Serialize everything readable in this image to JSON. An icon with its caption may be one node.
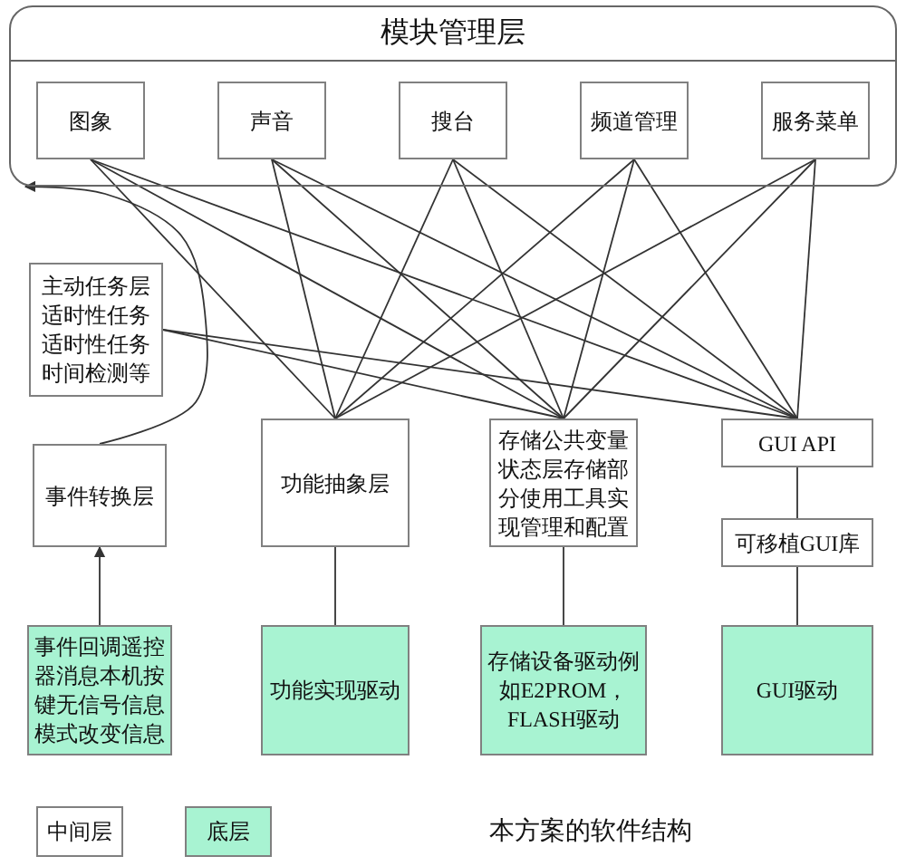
{
  "diagram": {
    "caption": "本方案的软件结构",
    "nodes": [
      {
        "text": [
          "模块管理层"
        ]
      },
      {
        "text": [
          "图象"
        ],
        "in": 0
      },
      {
        "text": [
          "声音"
        ],
        "in": 0
      },
      {
        "text": [
          "搜台"
        ],
        "in": 0
      },
      {
        "text": [
          "频道管理"
        ],
        "in": 0
      },
      {
        "text": [
          "服务菜单"
        ],
        "in": 0
      },
      {
        "text": [
          "主动任务层适时性任务适时性任务时间检测等"
        ]
      },
      {
        "text": [
          "事件转换层"
        ]
      },
      {
        "text": [
          "功能抽象层"
        ]
      },
      {
        "text": [
          "存储公共变量状态层存储部分使用工具实现管理和配置"
        ]
      },
      {
        "text": [
          "GUI API"
        ]
      },
      {
        "text": [
          "可移植GUI库"
        ]
      },
      {
        "text": [
          "事件回调遥控器消息本机按键无信号信息模式改变信息"
        ]
      },
      {
        "text": [
          "功能实现驱动"
        ]
      },
      {
        "text": [
          "存储设备驱动例如E2PROM，FLASH驱动"
        ]
      },
      {
        "text": [
          "GUI驱动"
        ]
      }
    ],
    "edges": [
      {
        "from": 1,
        "to": 8,
        "arrow": "none"
      },
      {
        "from": 1,
        "to": 9,
        "arrow": "none"
      },
      {
        "from": 1,
        "to": 10,
        "arrow": "none"
      },
      {
        "from": 2,
        "to": 8,
        "arrow": "none"
      },
      {
        "from": 2,
        "to": 9,
        "arrow": "none"
      },
      {
        "from": 2,
        "to": 10,
        "arrow": "none"
      },
      {
        "from": 3,
        "to": 8,
        "arrow": "none"
      },
      {
        "from": 3,
        "to": 9,
        "arrow": "none"
      },
      {
        "from": 3,
        "to": 10,
        "arrow": "none"
      },
      {
        "from": 4,
        "to": 8,
        "arrow": "none"
      },
      {
        "from": 4,
        "to": 9,
        "arrow": "none"
      },
      {
        "from": 4,
        "to": 10,
        "arrow": "none"
      },
      {
        "from": 5,
        "to": 8,
        "arrow": "none"
      },
      {
        "from": 5,
        "to": 9,
        "arrow": "none"
      },
      {
        "from": 5,
        "to": 10,
        "arrow": "none"
      },
      {
        "from": 6,
        "to": 9,
        "arrow": "none"
      },
      {
        "from": 6,
        "to": 10,
        "arrow": "none"
      },
      {
        "from": 7,
        "to": 0,
        "arrow": "to"
      },
      {
        "from": 12,
        "to": 7,
        "arrow": "to"
      },
      {
        "from": 8,
        "to": 13,
        "arrow": "none"
      },
      {
        "from": 9,
        "to": 14,
        "arrow": "none"
      },
      {
        "from": 10,
        "to": 11,
        "arrow": "none"
      },
      {
        "from": 11,
        "to": 15,
        "arrow": "none"
      }
    ],
    "legend": [
      {
        "text": "中间层",
        "color": "#ffffff"
      },
      {
        "text": "底层",
        "color": "#a8f3d2"
      }
    ]
  }
}
